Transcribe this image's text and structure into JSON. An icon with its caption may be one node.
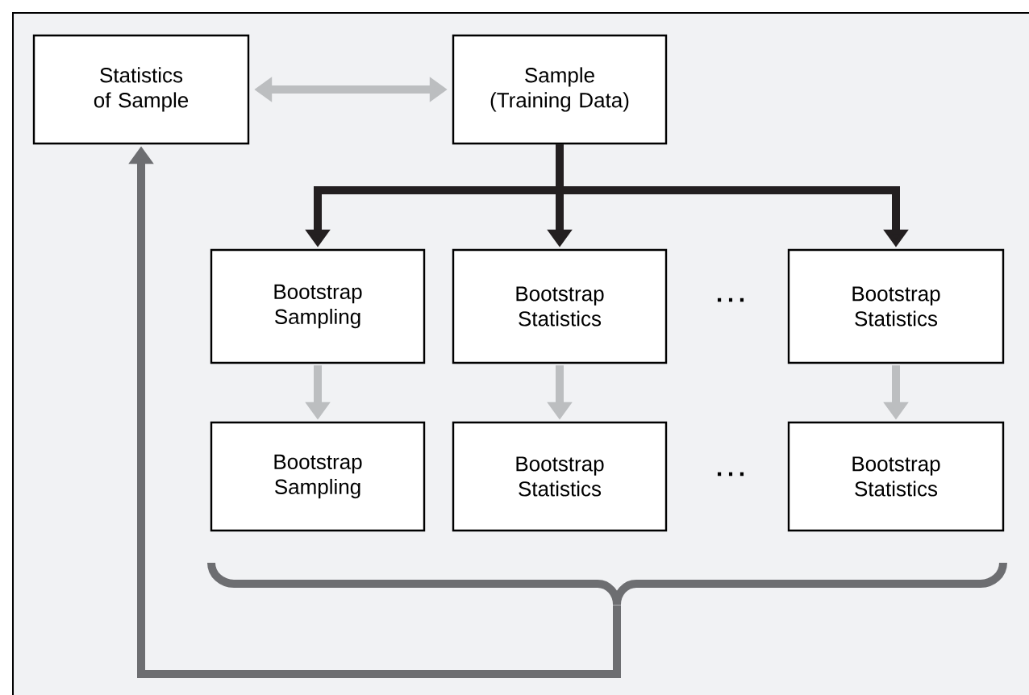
{
  "diagram": {
    "nodes": [
      {
        "text": [
          "Statistics of Sample"
        ]
      },
      {
        "text": [
          "Sample (Training Data)"
        ]
      },
      {
        "text": [
          "Bootstrap Sampling"
        ]
      },
      {
        "text": [
          "Bootstrap Statistics"
        ]
      },
      {
        "text": [
          "Bootstrap Statistics"
        ]
      },
      {
        "text": [
          "Bootstrap Sampling"
        ]
      },
      {
        "text": [
          "Bootstrap Statistics"
        ]
      },
      {
        "text": [
          "Bootstrap Statistics"
        ]
      },
      {
        "text": [],
        "shape": "bracket"
      }
    ],
    "edges": [
      {
        "from": 0,
        "to": 1,
        "arrow": "both"
      },
      {
        "from": 1,
        "to": 2,
        "arrow": "to",
        "color": "#231f20"
      },
      {
        "from": 1,
        "to": 3,
        "arrow": "to",
        "color": "#231f20"
      },
      {
        "from": 1,
        "to": 4,
        "arrow": "to",
        "color": "#231f20"
      },
      {
        "from": 2,
        "to": 5,
        "arrow": "to"
      },
      {
        "from": 3,
        "to": 6,
        "arrow": "to"
      },
      {
        "from": 4,
        "to": 7,
        "arrow": "to"
      },
      {
        "from": 8,
        "to": 0,
        "arrow": "to",
        "color": "#6d6e71"
      }
    ],
    "labels": [
      "…",
      "…"
    ]
  }
}
